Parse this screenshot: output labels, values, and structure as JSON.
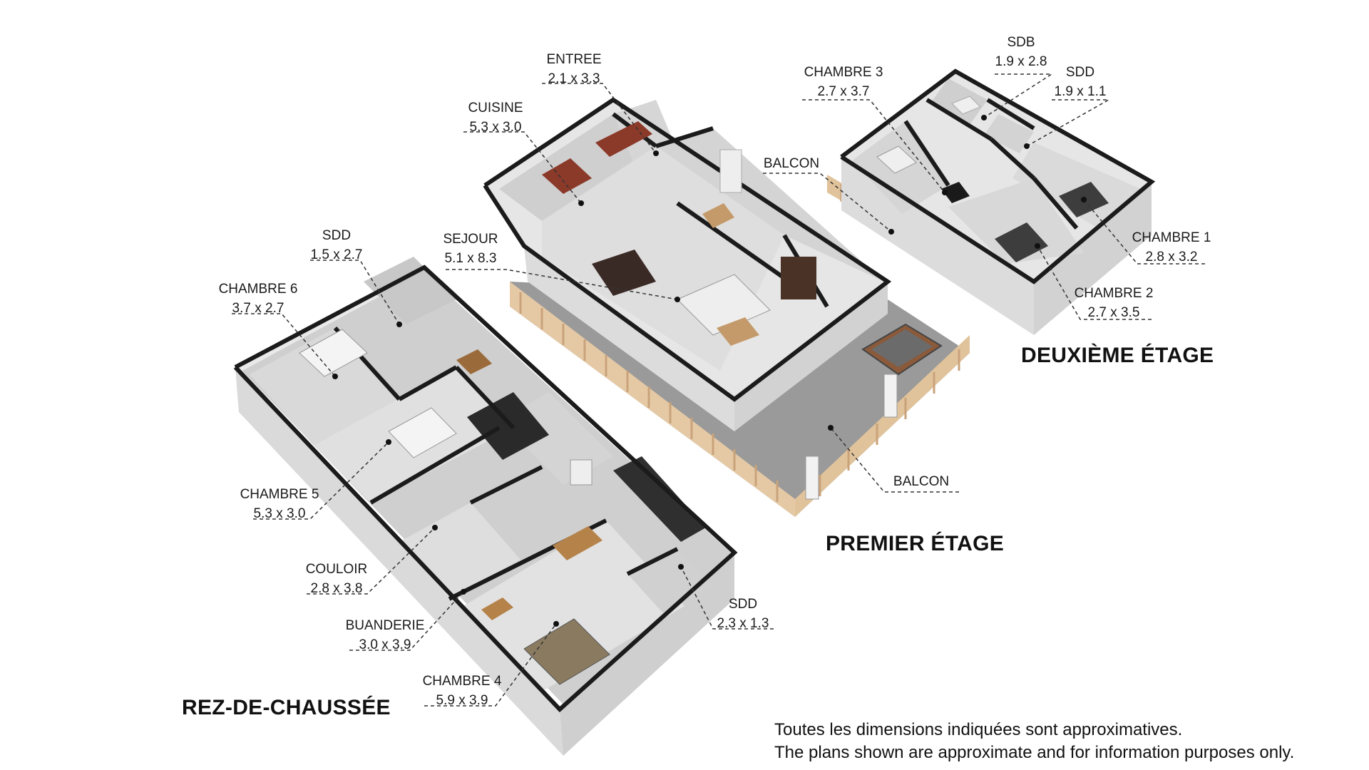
{
  "floors": {
    "ground": "REZ-DE-CHAUSSÉE",
    "first": "PREMIER ÉTAGE",
    "second": "DEUXIÈME ÉTAGE"
  },
  "rooms": {
    "chambre6": {
      "name": "CHAMBRE 6",
      "size": "3.7 x 2.7"
    },
    "sdd_ground_top": {
      "name": "SDD",
      "size": "1.5 x 2.7"
    },
    "chambre5": {
      "name": "CHAMBRE 5",
      "size": "5.3 x 3.0"
    },
    "couloir": {
      "name": "COULOIR",
      "size": "2.8 x 3.8"
    },
    "buanderie": {
      "name": "BUANDERIE",
      "size": "3.0 x 3.9"
    },
    "chambre4": {
      "name": "CHAMBRE 4",
      "size": "5.9 x 3.9"
    },
    "sdd_ground_bottom": {
      "name": "SDD",
      "size": "2.3 x 1.3"
    },
    "cuisine": {
      "name": "CUISINE",
      "size": "5.3 x 3.0"
    },
    "entree": {
      "name": "ENTREE",
      "size": "2.1 x 3.3"
    },
    "sejour": {
      "name": "SEJOUR",
      "size": "5.1 x 8.3"
    },
    "balcon_first_top": {
      "name": "BALCON"
    },
    "balcon_first_bottom": {
      "name": "BALCON"
    },
    "chambre3": {
      "name": "CHAMBRE 3",
      "size": "2.7 x 3.7"
    },
    "sdb": {
      "name": "SDB",
      "size": "1.9 x 2.8"
    },
    "sdd_second": {
      "name": "SDD",
      "size": "1.9 x 1.1"
    },
    "chambre1": {
      "name": "CHAMBRE 1",
      "size": "2.8 x 3.2"
    },
    "chambre2": {
      "name": "CHAMBRE 2",
      "size": "2.7 x 3.5"
    }
  },
  "notes": {
    "fr": "Toutes les dimensions indiquées sont approximatives.",
    "en": "The plans shown are approximate and for information purposes only."
  }
}
